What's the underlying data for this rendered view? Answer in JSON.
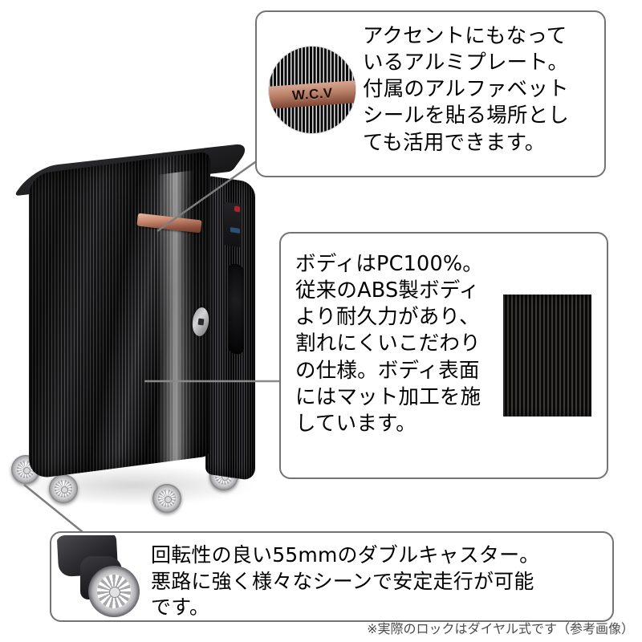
{
  "page": {
    "product_type": "hard-shell-suitcase",
    "background_color": "#ffffff",
    "callout_border_color": "#737373",
    "text_color": "#000000",
    "accent_plate_color": "#b97f68"
  },
  "callouts": [
    {
      "id": "aluminum-plate",
      "photo_label": "W.C.V",
      "text": "アクセントにもなって\nいるアルミプレート。\n付属のアルファベット\nシールを貼る場所とし\nても活用できます。"
    },
    {
      "id": "body-material",
      "text": "ボディはPC100%。\n従来のABS製ボディ\nより耐久力があり、\n割れにくいこだわり\nの仕様。ボディ表面\nにはマット加工を施\nしています。"
    },
    {
      "id": "double-caster",
      "text": "回転性の良い55mmのダブルキャスター。\n悪路に強く様々なシーンで安定走行が可能\nです。"
    }
  ],
  "footer": {
    "note": "※実際のロックはダイヤル式です（参考画像）"
  }
}
